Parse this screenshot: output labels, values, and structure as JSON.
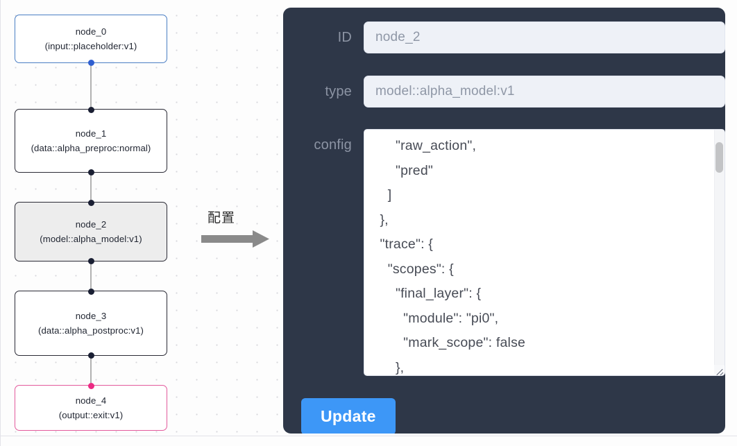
{
  "canvas": {
    "nodes": [
      {
        "id": "node_0",
        "type": "(input::placeholder:v1)",
        "variant": "input",
        "selected": false
      },
      {
        "id": "node_1",
        "type": "(data::alpha_preproc:normal)",
        "variant": "default",
        "selected": false
      },
      {
        "id": "node_2",
        "type": "(model::alpha_model:v1)",
        "variant": "default",
        "selected": true
      },
      {
        "id": "node_3",
        "type": "(data::alpha_postproc:v1)",
        "variant": "default",
        "selected": false
      },
      {
        "id": "node_4",
        "type": "(output::exit:v1)",
        "variant": "output",
        "selected": false
      }
    ],
    "edges": [
      {
        "from": "node_0",
        "to": "node_1"
      },
      {
        "from": "node_1",
        "to": "node_2"
      },
      {
        "from": "node_2",
        "to": "node_3"
      },
      {
        "from": "node_3",
        "to": "node_4"
      }
    ]
  },
  "transition": {
    "label": "配置",
    "arrow_icon": "right-arrow-icon"
  },
  "panel": {
    "fields": {
      "id": {
        "label": "ID",
        "value": "node_2"
      },
      "type": {
        "label": "type",
        "value": "model::alpha_model:v1"
      },
      "config": {
        "label": "config",
        "value": "        \"raw_action\",\n        \"pred\"\n      ]\n    },\n    \"trace\": {\n      \"scopes\": {\n        \"final_layer\": {\n          \"module\": \"pi0\",\n          \"mark_scope\": false\n        },\n        \"action_model\": {"
      }
    },
    "update_button": {
      "label": "Update"
    },
    "scrollbar": {
      "name": "config-scrollbar"
    }
  },
  "colors": {
    "panel_bg": "#2e3748",
    "input_bg": "#eef1f7",
    "label_fg": "#8c94a4",
    "accent_button": "#3d97f7",
    "node_input_border": "#4a7ec4",
    "node_output_border": "#e35a9c",
    "node_selected_bg": "#ededed",
    "handle_dark": "#1a1f33",
    "handle_blue": "#2f5fd0",
    "handle_pink": "#ec2b84",
    "edge": "#b1b1b1"
  }
}
